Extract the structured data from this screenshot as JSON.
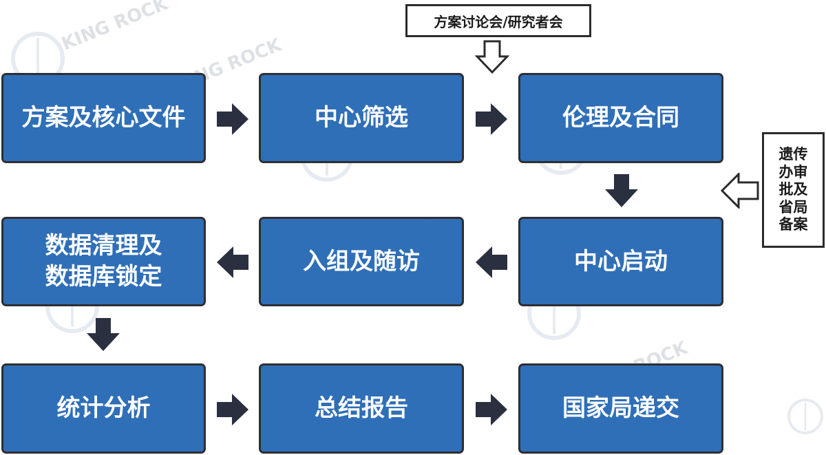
{
  "watermark": {
    "brand": "KING ROCK"
  },
  "steps": [
    {
      "id": "s1",
      "label": "方案及核心文件"
    },
    {
      "id": "s2",
      "label": "中心筛选"
    },
    {
      "id": "s3",
      "label": "伦理及合同"
    },
    {
      "id": "s4",
      "label": "中心启动"
    },
    {
      "id": "s5",
      "label": "入组及随访"
    },
    {
      "id": "s6",
      "label": "数据清理及\n数据库锁定"
    },
    {
      "id": "s7",
      "label": "统计分析"
    },
    {
      "id": "s8",
      "label": "总结报告"
    },
    {
      "id": "s9",
      "label": "国家局递交"
    }
  ],
  "notes": {
    "top": "方案讨论会/研究者会",
    "side": "遗传\n办审\n批及\n省局\n备案"
  },
  "colors": {
    "box_fill": "#2f6fb7",
    "box_border": "#2e2e33",
    "arrow": "#2b3040",
    "note_border": "#2b2b2b"
  },
  "icons": {
    "flow_arrow": "arrow-icon",
    "hollow_arrow": "hollow-arrow-icon",
    "logo": "caduceus-globe-icon"
  }
}
